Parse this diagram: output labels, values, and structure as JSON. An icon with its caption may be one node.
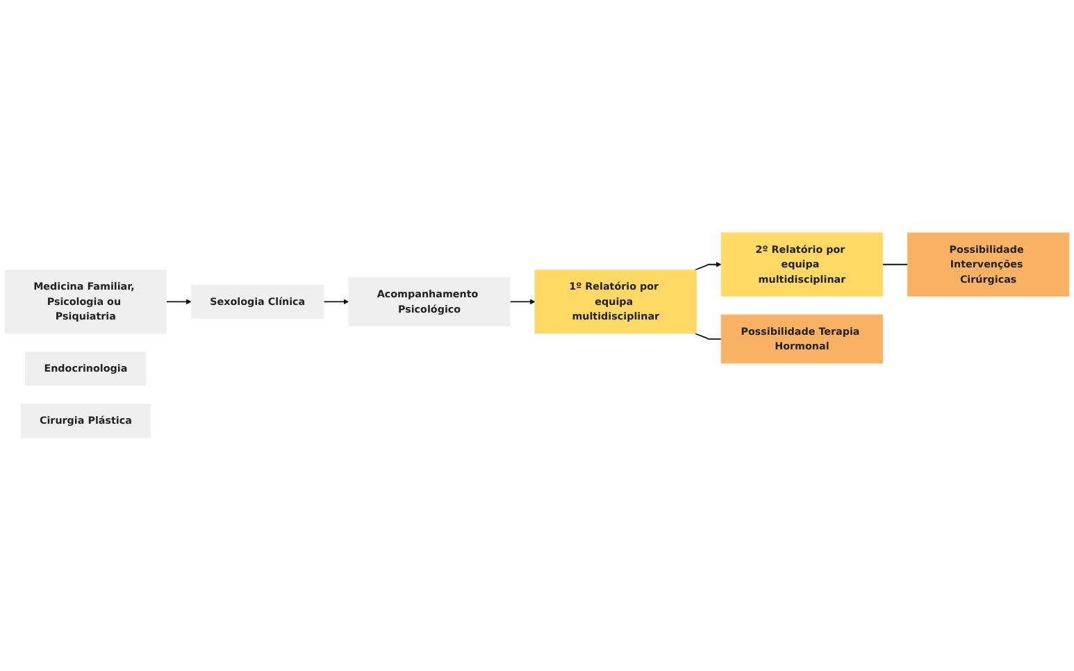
{
  "diagram": {
    "nodes": [
      {
        "text": [
          "Medicina Familiar, Psicologia ou Psiquiatria"
        ]
      },
      {
        "text": [
          "Sexologia Clínica"
        ]
      },
      {
        "text": [
          "Acompanhamento Psicológico"
        ]
      },
      {
        "text": [
          "1º Relatório por equipa multidisciplinar"
        ]
      },
      {
        "text": [
          "2º Relatório por equipa multidisciplinar"
        ]
      },
      {
        "text": [
          "Possibilidade Terapia Hormonal"
        ]
      },
      {
        "text": [
          "Endocrinologia"
        ]
      },
      {
        "text": [
          "Possibilidade Intervenções Cirúrgicas"
        ]
      },
      {
        "text": [
          "Cirurgia Plástica"
        ]
      }
    ],
    "edges": [
      {
        "from": 0,
        "to": 1,
        "arrow": "to"
      },
      {
        "from": 1,
        "to": 2,
        "arrow": "to"
      },
      {
        "from": 2,
        "to": 3,
        "arrow": "to"
      },
      {
        "from": 3,
        "to": 4,
        "arrow": "to"
      },
      {
        "from": 3,
        "to": 5,
        "arrow": "none"
      },
      {
        "from": 4,
        "to": 7,
        "arrow": "none"
      }
    ]
  }
}
